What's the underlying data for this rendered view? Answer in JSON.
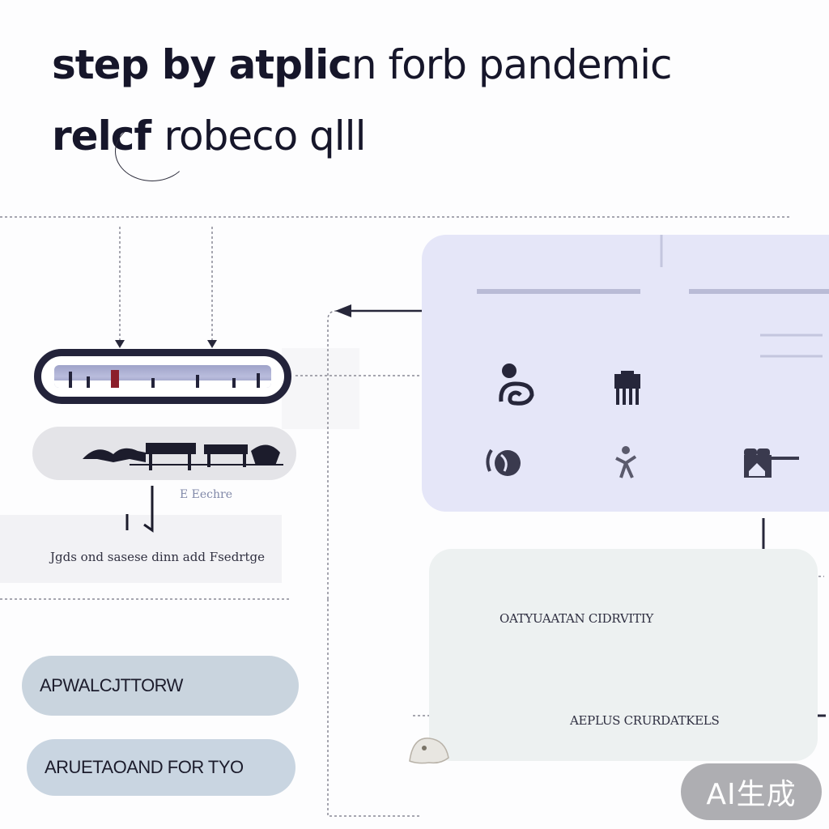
{
  "title": {
    "line1_bold": "step by atplic",
    "line1_light": "n forb pandemic",
    "line2_bold": "relcf",
    "line2_light": "robeco qlll"
  },
  "left_column": {
    "pill_dark_icon": "skyline-strip-icon",
    "pill_grey_icon": "animals-silhouette-icon",
    "note_mid": "E  Eechre",
    "note_left": "Jgds ond sasese dinn add Fsedrtge"
  },
  "labels": {
    "applications": "APWALCJTTORW",
    "arguments": "ARUETAOAND FOR   TYO"
  },
  "right_panel": {
    "icons_top": [
      "person-icon",
      "building-icon"
    ],
    "icons_bottom": [
      "globe-icon",
      "figure-icon",
      "house-icon"
    ],
    "catalyst_text": "OATYUAATAN CIDRVITIY",
    "plus_text": "AEPLUS CRURDATKELS"
  },
  "badge": {
    "label": "AI生成"
  },
  "colors": {
    "ink": "#16162a",
    "panel_lavender": "#e5e6f8",
    "panel_mint": "#edf1f1",
    "pill_blue": "#c9d4de"
  }
}
